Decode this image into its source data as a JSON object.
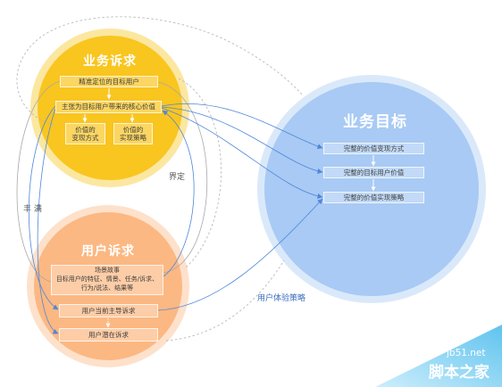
{
  "diagram": {
    "business_demand": {
      "title": "业务诉求",
      "boxes": [
        {
          "lines": [
            "精准定位的目标用户"
          ]
        },
        {
          "lines": [
            "主张为目标用户带来的核心价值"
          ]
        },
        {
          "lines": [
            "价值的",
            "变现方式"
          ]
        },
        {
          "lines": [
            "价值的",
            "实现策略"
          ]
        }
      ]
    },
    "user_demand": {
      "title": "用户诉求",
      "boxes": [
        {
          "lines": [
            "场景故事",
            "目标用户的特征、情景、任务/诉求、",
            "行为/说法、结果等"
          ]
        },
        {
          "lines": [
            "用户当前主导诉求"
          ]
        },
        {
          "lines": [
            "用户潜在诉求"
          ]
        }
      ]
    },
    "business_goal": {
      "title": "业务目标",
      "boxes": [
        {
          "lines": [
            "完整的价值变现方式"
          ]
        },
        {
          "lines": [
            "完整的目标用户价值"
          ]
        },
        {
          "lines": [
            "完整的价值实现策略"
          ]
        }
      ]
    },
    "edge_labels": {
      "enrich": "丰 满",
      "define": "界定",
      "ux_strategy": "用户体验策略"
    }
  },
  "watermark": {
    "domain": "jb51.net",
    "name": "脚本之家"
  },
  "colors": {
    "business_demand": "#F9C51F",
    "user_demand": "#FCB882",
    "business_goal": "#A8CAF4",
    "connector": "#4F86DB",
    "ux_strategy_label": "#3C6FC0",
    "watermark": "#5FC3EE"
  }
}
